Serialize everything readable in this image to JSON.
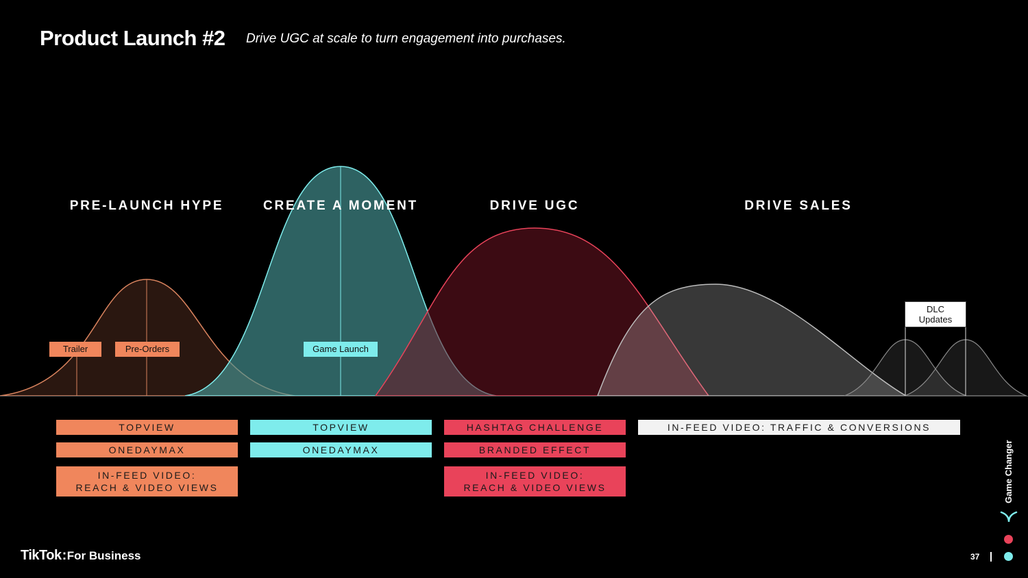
{
  "header": {
    "title": "Product Launch #2",
    "subtitle": "Drive UGC at scale to turn engagement into purchases."
  },
  "phases": [
    {
      "label": "PRE-LAUNCH HYPE"
    },
    {
      "label": "CREATE A MOMENT"
    },
    {
      "label": "DRIVE UGC"
    },
    {
      "label": "DRIVE SALES"
    }
  ],
  "markers": {
    "trailer": "Trailer",
    "pre_orders": "Pre-Orders",
    "game_launch": "Game Launch",
    "dlc_updates": "DLC\nUpdates"
  },
  "tactics": {
    "pre_launch": [
      "TOPVIEW",
      "ONEDAYMAX",
      "IN-FEED VIDEO:\nREACH & VIDEO VIEWS"
    ],
    "create_moment": [
      "TOPVIEW",
      "ONEDAYMAX"
    ],
    "drive_ugc": [
      "HASHTAG CHALLENGE",
      "BRANDED EFFECT",
      "IN-FEED VIDEO:\nREACH & VIDEO VIEWS"
    ],
    "drive_sales": [
      "IN-FEED VIDEO: TRAFFIC & CONVERSIONS"
    ]
  },
  "colors": {
    "orange": "#F0865C",
    "cyan": "#7EECEC",
    "red": "#E9435A",
    "white": "#F2F2F2"
  },
  "footer": {
    "brand_tiktok": "TikTok",
    "brand_separator": ":",
    "brand_for_business": "For Business",
    "page_number": "37",
    "vertical_label": "Game Changer"
  }
}
